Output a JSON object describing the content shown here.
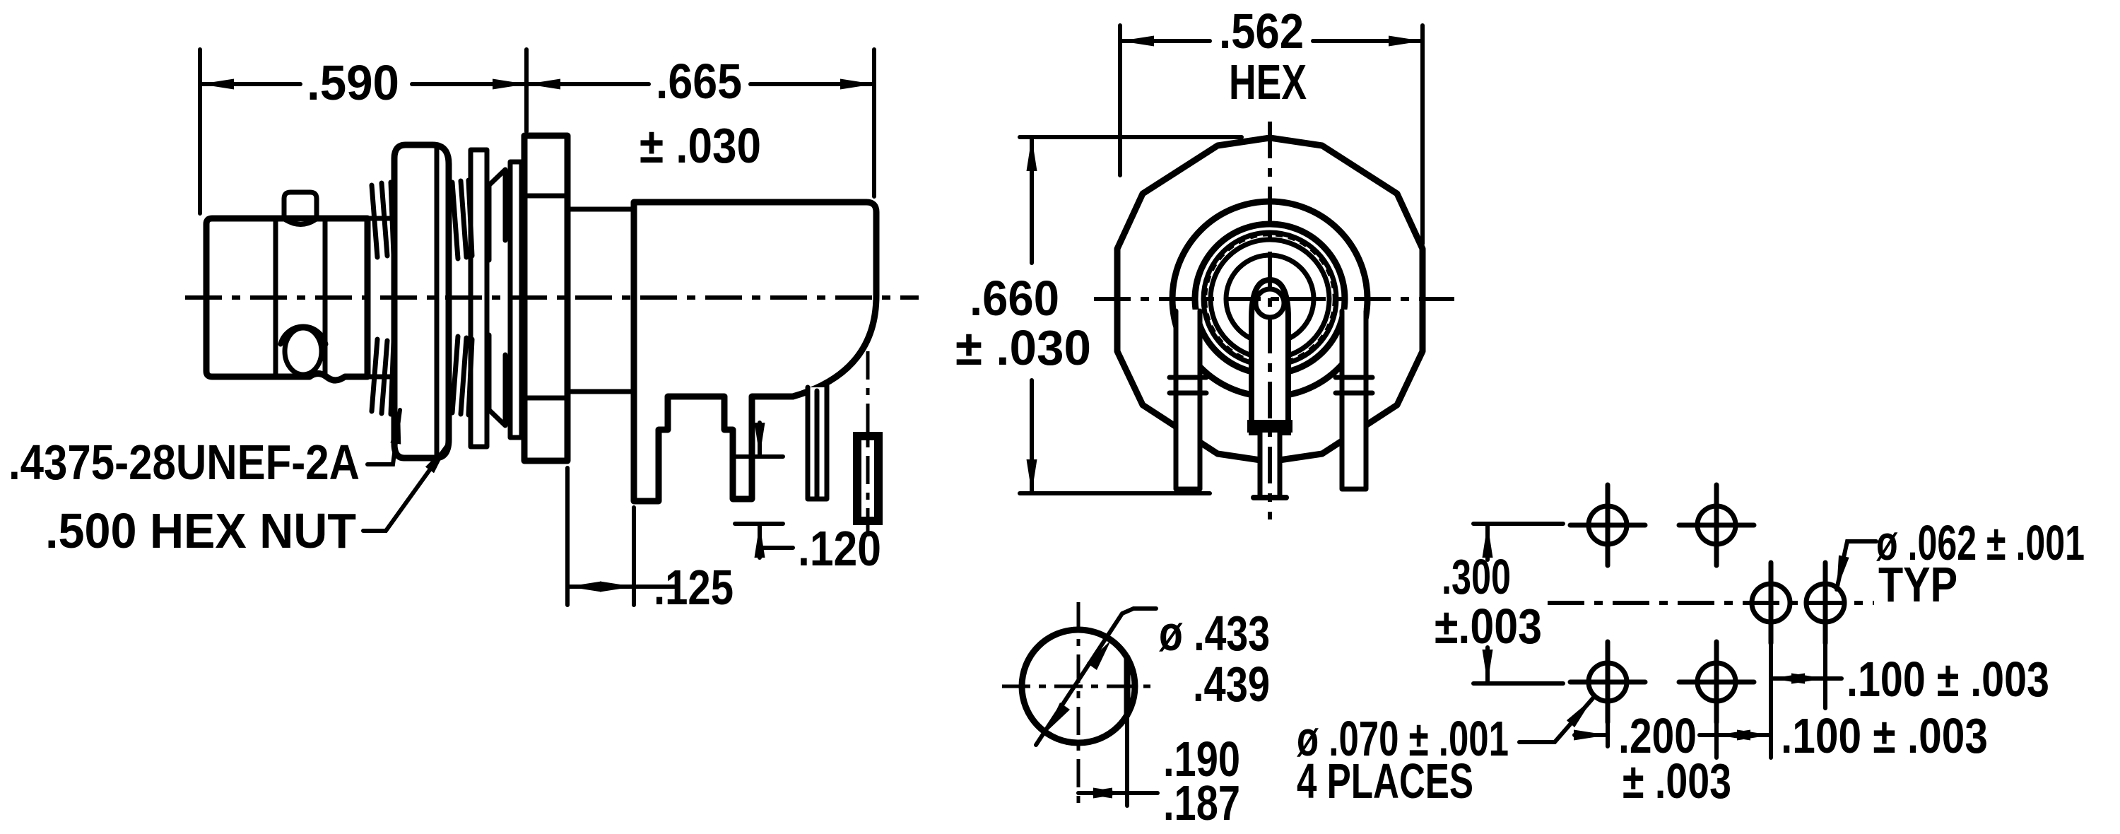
{
  "drawing": {
    "background_color": "#ffffff",
    "ink_color": "#000000",
    "side_view": {
      "dim_590": ".590",
      "dim_665": ".665",
      "tol_030": "± .030",
      "thread_label": ".4375-28UNEF-2A",
      "nut_label": ".500 HEX NUT",
      "dim_125": ".125",
      "dim_120": ".120"
    },
    "front_view": {
      "dim_562": ".562",
      "hex_label": "HEX",
      "dim_660": ".660",
      "tol_030": "± .030"
    },
    "d_hole_detail": {
      "dia_max": "ø .433",
      "dia_min": ".439",
      "flat_max": ".190",
      "flat_min": ".187"
    },
    "hole_pattern": {
      "dim_300": ".300",
      "tol_300": "±.003",
      "dia_062": "ø .062 ± .001",
      "typ_label": "TYP",
      "dia_070": "ø .070 ± .001",
      "places_label": "4 PLACES",
      "dim_200": ".200",
      "tol_200": "± .003",
      "dim_100_top": ".100 ± .003",
      "dim_100_bottom": ".100 ± .003"
    }
  }
}
